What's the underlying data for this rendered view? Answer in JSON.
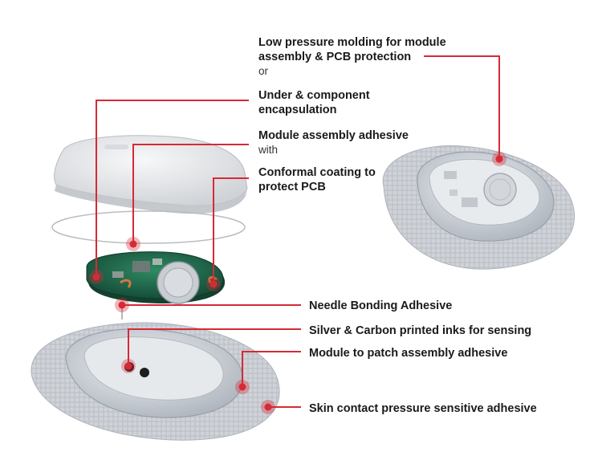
{
  "colors": {
    "accent": "#d62a36",
    "cover": "#e9eaec",
    "pcb": "#1f6b4f",
    "patch": "#c9cdd3",
    "housing": "#dfe3e8"
  },
  "annotations": [
    {
      "id": "low-pressure-molding",
      "lines": [
        "Low pressure molding for module",
        "assembly & PCB protection"
      ],
      "connector": "or"
    },
    {
      "id": "under-component-encapsulation",
      "lines": [
        "Under & component",
        "encapsulation"
      ]
    },
    {
      "id": "module-assembly-adhesive",
      "lines": [
        "Module assembly adhesive"
      ],
      "connector": "with"
    },
    {
      "id": "conformal-coating",
      "lines": [
        "Conformal coating to",
        "protect PCB"
      ]
    },
    {
      "id": "needle-bonding-adhesive",
      "lines": [
        "Needle Bonding Adhesive"
      ]
    },
    {
      "id": "printed-inks",
      "lines": [
        "Silver & Carbon printed inks for sensing"
      ]
    },
    {
      "id": "module-to-patch-adhesive",
      "lines": [
        "Module to patch assembly adhesive"
      ]
    },
    {
      "id": "skin-contact-psa",
      "lines": [
        "Skin contact pressure sensitive adhesive"
      ]
    }
  ]
}
